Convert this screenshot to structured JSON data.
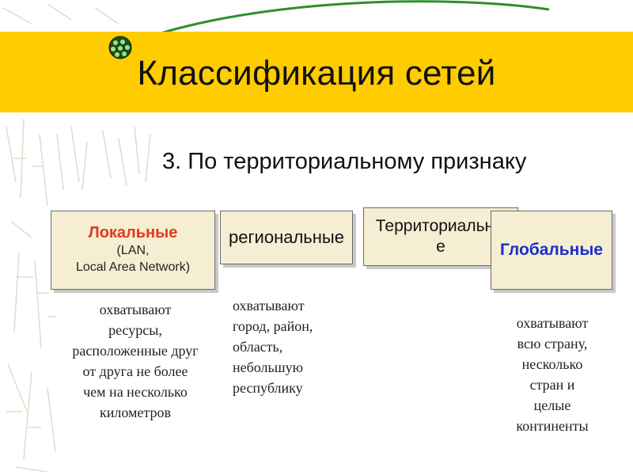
{
  "title": "Классификация сетей",
  "subtitle": "3. По территориальному признаку",
  "categories": {
    "local": {
      "name": "Локальные",
      "sub_line1": "(LAN,",
      "sub_line2": "Local Area Network)",
      "description": "охватывают\nресурсы,\nрасположенные друг\nот друга не более\nчем на несколько\nкилометров"
    },
    "regional": {
      "name": "региональные",
      "description": "охватывают\nгород, район,\nобласть,\nнебольшую\nреспублику"
    },
    "territorial": {
      "name": "Территориальны\nе"
    },
    "global": {
      "name": "Глобальные",
      "description": "охватывают\nвсю страну,\nнесколько\nстран и\nцелые\nконтиненты"
    }
  },
  "colors": {
    "title_band": "#ffcc00",
    "local_name": "#e23a1a",
    "global_name": "#1a2fc8",
    "box_fill": "#f5eed2"
  }
}
